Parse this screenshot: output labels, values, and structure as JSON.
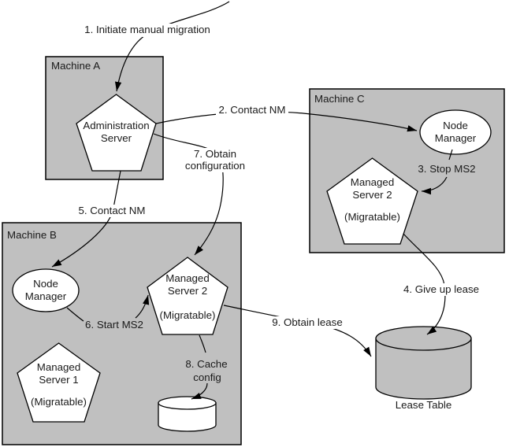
{
  "machines": {
    "a": {
      "label": "Machine A"
    },
    "b": {
      "label": "Machine B"
    },
    "c": {
      "label": "Machine C"
    }
  },
  "nodes": {
    "admin_server": {
      "line1": "Administration",
      "line2": "Server"
    },
    "node_manager_c": {
      "line1": "Node",
      "line2": "Manager"
    },
    "managed_server_2c": {
      "line1": "Managed",
      "line2": "Server 2",
      "line3": "(Migratable)"
    },
    "node_manager_b": {
      "line1": "Node",
      "line2": "Manager"
    },
    "managed_server_2b": {
      "line1": "Managed",
      "line2": "Server 2",
      "line3": "(Migratable)"
    },
    "managed_server_1": {
      "line1": "Managed",
      "line2": "Server 1",
      "line3": "(Migratable)"
    },
    "lease_table": {
      "label": "Lease Table"
    }
  },
  "steps": {
    "step1": {
      "label": "1. Initiate manual migration"
    },
    "step2": {
      "label": "2. Contact NM"
    },
    "step3": {
      "label": "3. Stop MS2"
    },
    "step4": {
      "label": "4. Give up lease"
    },
    "step5": {
      "label": "5. Contact NM"
    },
    "step6": {
      "label": "6. Start MS2"
    },
    "step7": {
      "line1": "7. Obtain",
      "line2": "configuration"
    },
    "step8": {
      "line1": "8. Cache",
      "line2": "config"
    },
    "step9": {
      "label": "9.  Obtain lease"
    }
  },
  "colors": {
    "machine_fill": "#c0c0c0",
    "shape_fill": "#ffffff",
    "lease_table_fill": "#c0c0c0",
    "line": "#000000",
    "text": "#1a1a1a",
    "background": "#ffffff"
  }
}
